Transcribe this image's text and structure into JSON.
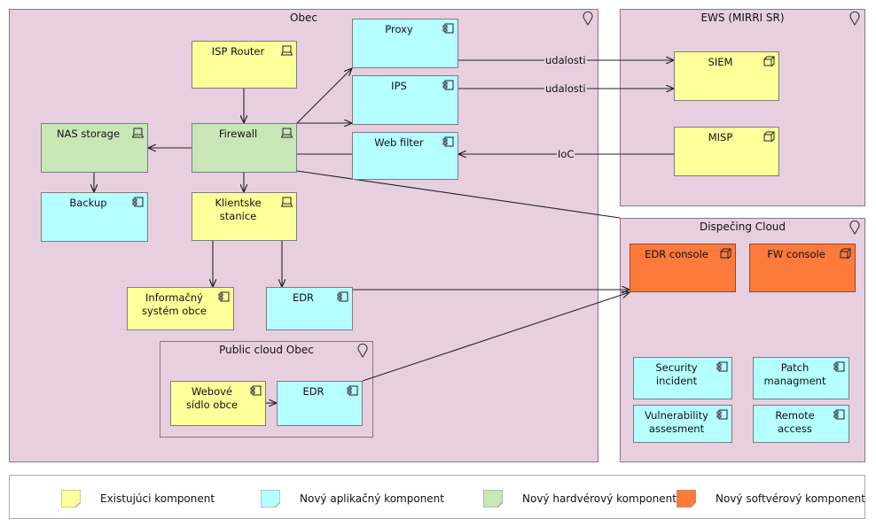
{
  "groups": {
    "obec": "Obec",
    "ews": "EWS (MIRRI SR)",
    "dispecing": "Dispečing Cloud",
    "public_cloud": "Public cloud Obec"
  },
  "nodes": {
    "isp_router": "ISP Router",
    "firewall": "Firewall",
    "nas_storage": "NAS storage",
    "backup": "Backup",
    "klientske_stanice": "Klientske\nstanice",
    "proxy": "Proxy",
    "ips": "IPS",
    "web_filter": "Web filter",
    "informacny_system": "Informačný\nsystém obce",
    "edr_obec": "EDR",
    "webove_sidlo": "Webové\nsídlo obce",
    "edr_cloud": "EDR",
    "siem": "SIEM",
    "misp": "MISP",
    "edr_console": "EDR console",
    "fw_console": "FW console",
    "security_incident": "Security\nincident",
    "patch_managment": "Patch\nmanagment",
    "vulnerability_assesment": "Vulnerability\nassesment",
    "remote_access": "Remote\naccess"
  },
  "edges": {
    "proxy_siem": "udalosti",
    "ips_siem": "udalosti",
    "misp_webfilter": "IoC"
  },
  "legend": {
    "existujuci": "Existujúci komponent",
    "aplikacny": "Nový aplikačný komponent",
    "hardverovy": "Nový hardvérový komponent",
    "softverovy": "Nový softvérový komponent"
  },
  "colors": {
    "existujuci": "#ffff99",
    "aplikacny": "#b5ffff",
    "hardverovy": "#c8e6b6",
    "softverovy": "#fb7a3c",
    "group_background": "#e8cfe0"
  }
}
